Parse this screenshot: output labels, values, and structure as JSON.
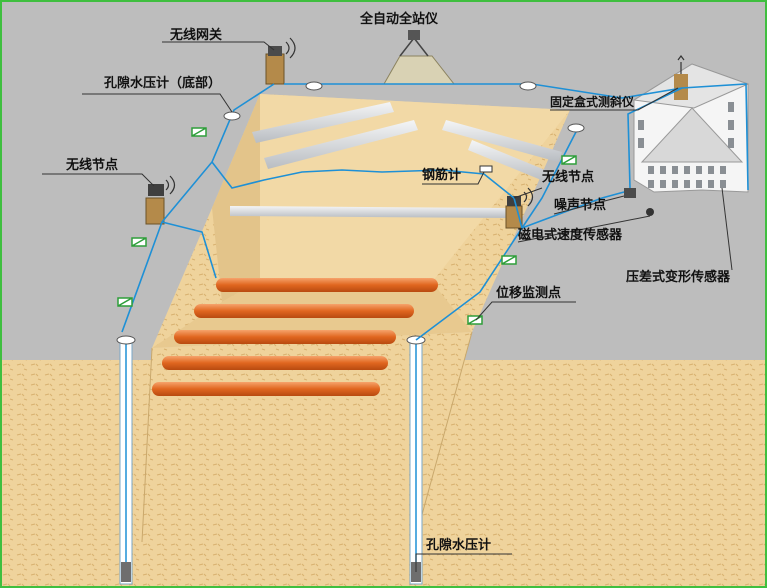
{
  "labels": {
    "total_station": "全自动全站仪",
    "wireless_gateway": "无线网关",
    "pore_pressure_bottom": "孔隙水压计（底部）",
    "fixed_inclinometer": "固定盒式测斜仪",
    "wireless_node_left": "无线节点",
    "rebar_meter": "钢筋计",
    "wireless_node_right": "无线节点",
    "noise_node": "噪声节点",
    "magnetic_velocity_sensor": "磁电式速度传感器",
    "differential_pressure_sensor": "压差式变形传感器",
    "displacement_point": "位移监测点",
    "pore_pressure": "孔隙水压计"
  },
  "colors": {
    "ground": "#bdbdbd",
    "soil": "#efd39c",
    "cable": "#1e90d6",
    "pipe": "#e0661f",
    "strut": "#dcdfe3",
    "marker": "#2e9e3a",
    "frame": "#3fbf3f"
  }
}
